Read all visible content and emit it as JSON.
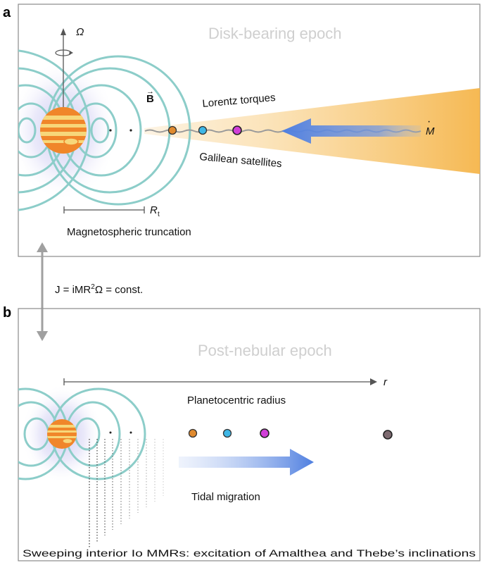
{
  "panel_a": {
    "letter": "a",
    "epoch_label": "Disk-bearing epoch",
    "omega_label": "Ω",
    "b_field_label": "B",
    "b_field_arrow": "→",
    "lorentz_label": "Lorentz torques",
    "galilean_label": "Galilean satellites",
    "mdot_label": "M",
    "mdot_dot": "·",
    "rt_label": "R",
    "rt_sub": "t",
    "truncation_label": "Magnetospheric truncation"
  },
  "link": {
    "equation_prefix": "J = iMR",
    "equation_sup": "2",
    "equation_suffix": "Ω = const."
  },
  "panel_b": {
    "letter": "b",
    "epoch_label": "Post-nebular epoch",
    "r_label": "r",
    "radius_label": "Planetocentric radius",
    "tidal_label": "Tidal migration",
    "footer_label": "Sweeping interior Io MMRs: excitation of Amalthea and Thebe’s inclinations"
  },
  "colors": {
    "field_lines": "#8ccdc9",
    "planet_band_orange": "#f0862a",
    "planet_band_light": "#f7d77a",
    "disk": "#f5b54a",
    "migration_arrow": "#5a86e0",
    "io": "#e08a2e",
    "europa": "#3fb7e6",
    "ganymede": "#d13fd8",
    "callisto": "#7d6a70",
    "panel_border": "#8a8a8a",
    "link_arrow": "#a0a0a0",
    "epoch_text": "#cfcfcf"
  }
}
